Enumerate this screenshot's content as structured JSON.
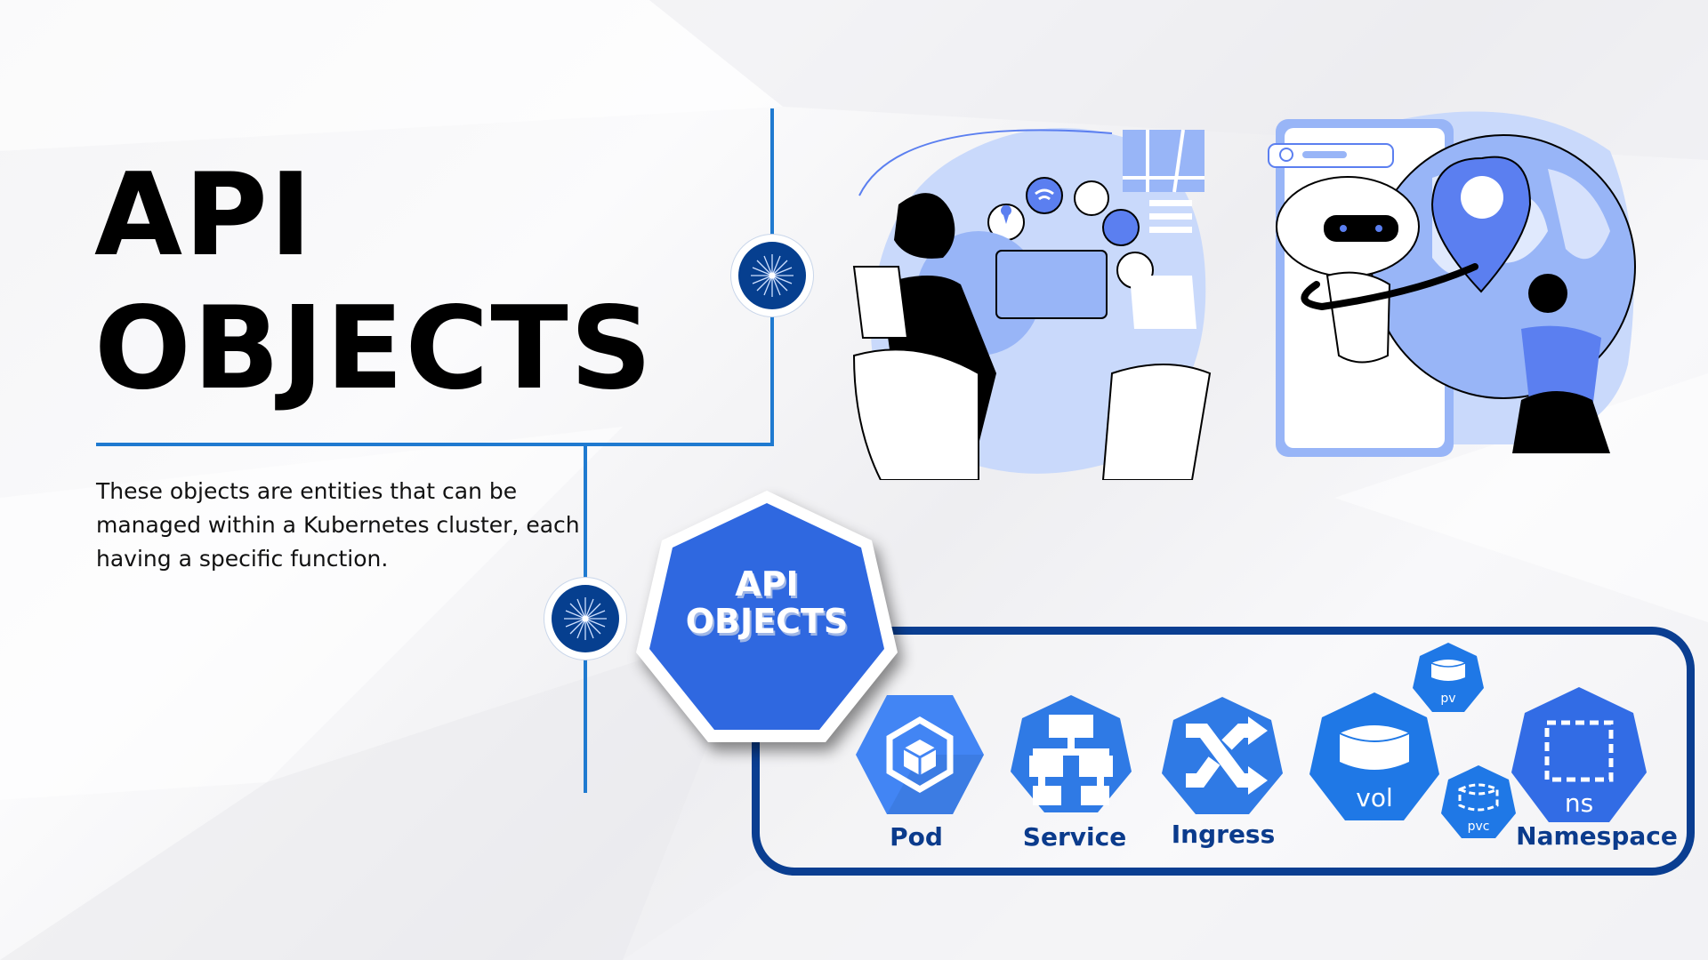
{
  "slide": {
    "title_line1": "API",
    "title_line2": "OBJECTS",
    "description": "These objects are entities that can be managed within a Kubernetes cluster, each having a specific function.",
    "badge": {
      "line1": "API",
      "line2": "OBJECTS"
    },
    "objects": [
      {
        "id": "pod",
        "label": "Pod",
        "icon": "pod-cube-icon"
      },
      {
        "id": "service",
        "label": "Service",
        "icon": "service-hierarchy-icon"
      },
      {
        "id": "ingress",
        "label": "Ingress",
        "icon": "ingress-shuffle-icon"
      },
      {
        "id": "vol",
        "label": "",
        "icon_text": "vol",
        "icon": "volume-cylinder-icon"
      },
      {
        "id": "pv",
        "label": "",
        "icon_text": "pv",
        "icon": "persistent-volume-icon"
      },
      {
        "id": "pvc",
        "label": "",
        "icon_text": "pvc",
        "icon": "persistent-volume-claim-icon"
      },
      {
        "id": "ns",
        "label": "Namespace",
        "icon_text": "ns",
        "icon": "namespace-dashed-square-icon"
      }
    ],
    "illustrations": [
      {
        "name": "connected-car-illustration",
        "icons": [
          "location-pin-icon",
          "wifi-icon",
          "globe-icon",
          "car-icon",
          "satellite-icon",
          "map-icon"
        ]
      },
      {
        "name": "robot-globe-location-illustration",
        "icons": [
          "search-icon",
          "robot-icon",
          "location-pin-icon",
          "globe-icon"
        ]
      }
    ]
  },
  "colors": {
    "accent_line": "#1f7ad0",
    "node_dark": "#063f8f",
    "frame_border": "#0a3e91",
    "k8s_blue": "#326ce5",
    "icon_blue": "#2f7ae5",
    "label_navy": "#0b3b8c",
    "illus_light": "#c9d9fb",
    "illus_mid": "#98b5f7",
    "illus_primary": "#5b7ff0"
  }
}
